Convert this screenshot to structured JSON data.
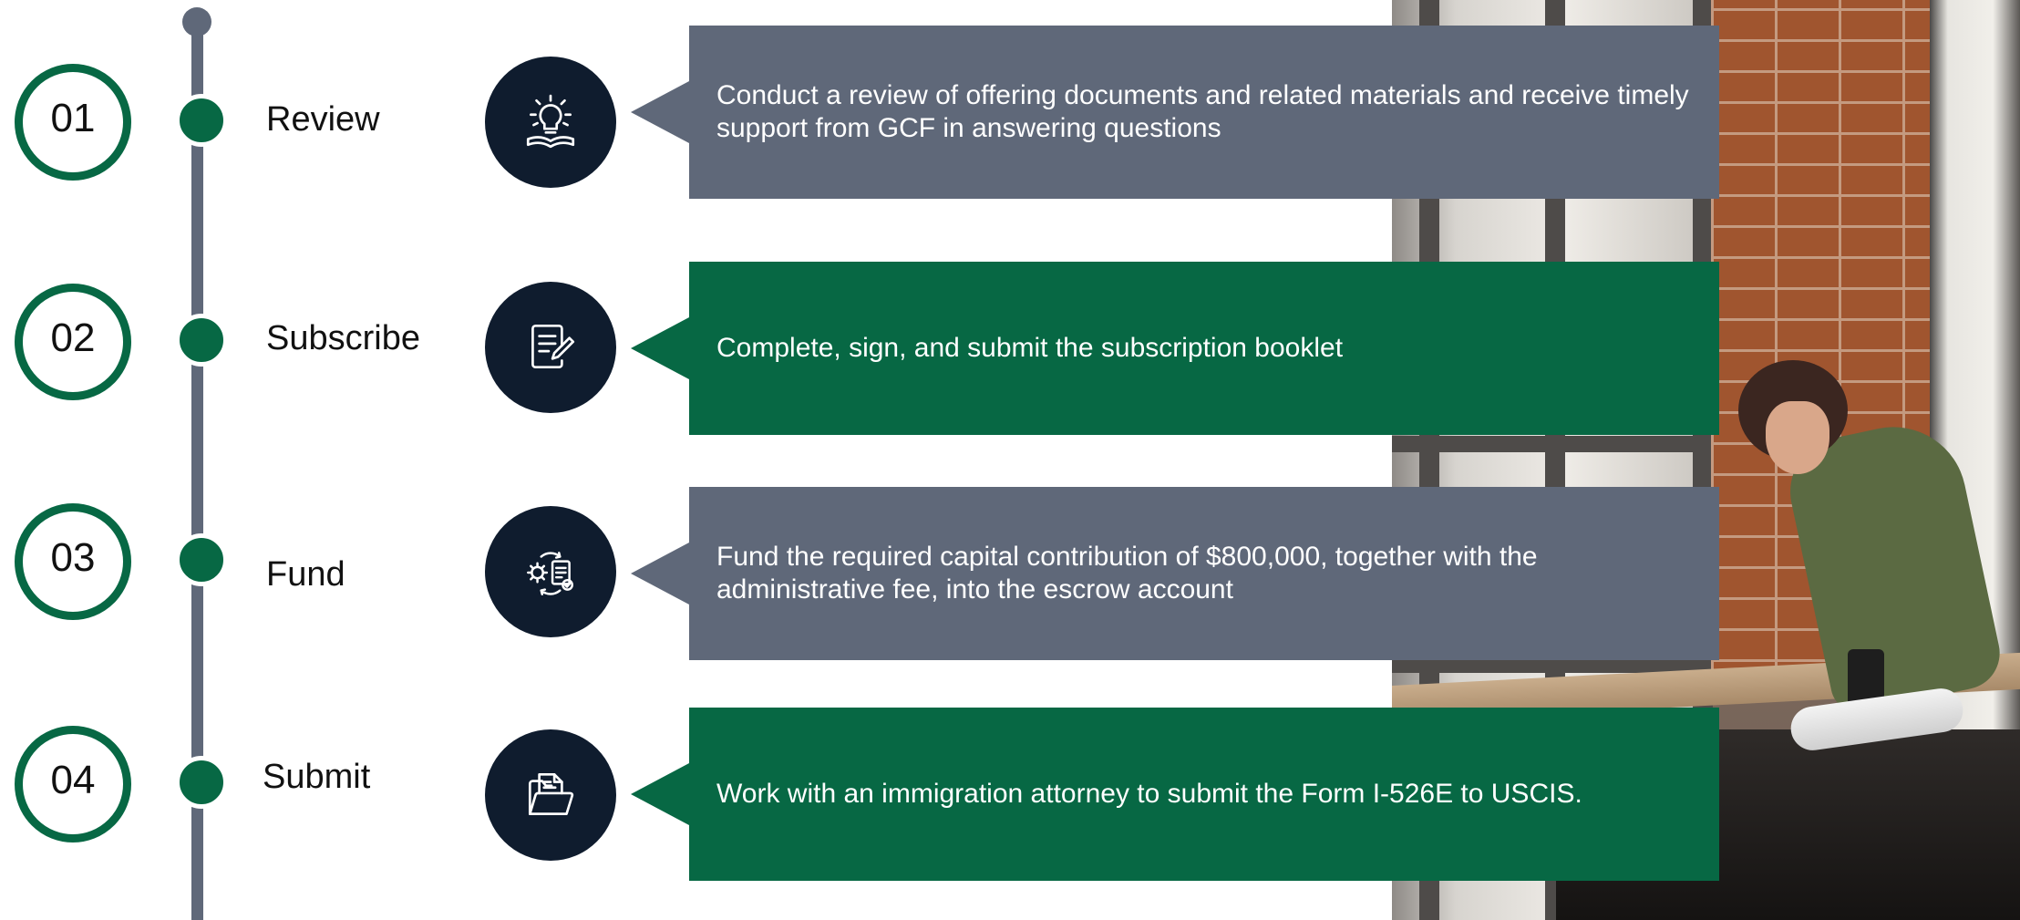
{
  "colors": {
    "green": "#076844",
    "slate": "#5f6879",
    "navy": "#0f1c2e"
  },
  "steps": [
    {
      "number": "01",
      "label": "Review",
      "icon": "lightbulb-book-icon",
      "text": "Conduct a review of offering documents and related materials and receive timely support from GCF in answering questions",
      "style": "gray"
    },
    {
      "number": "02",
      "label": "Subscribe",
      "icon": "document-pen-icon",
      "text": "Complete, sign, and submit the subscription booklet",
      "style": "green"
    },
    {
      "number": "03",
      "label": "Fund",
      "icon": "gear-cycle-checklist-icon",
      "text": "Fund the required capital contribution of $800,000, together with the administrative fee, into the escrow account",
      "style": "gray"
    },
    {
      "number": "04",
      "label": "Submit",
      "icon": "folder-documents-icon",
      "text": "Work with an immigration attorney to submit the Form I-526E to USCIS.",
      "style": "green"
    }
  ]
}
